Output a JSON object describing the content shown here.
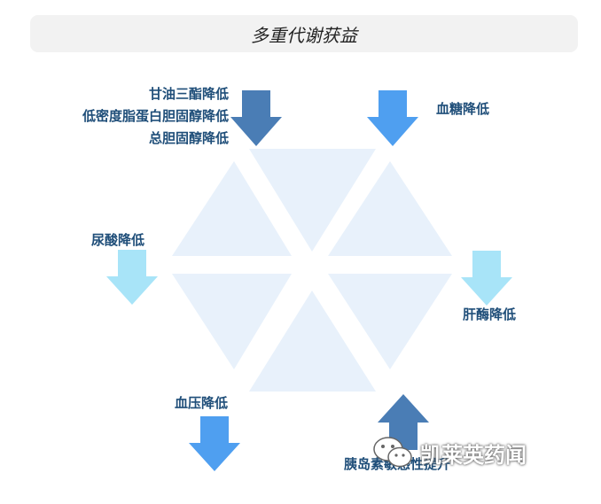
{
  "title": "多重代谢获益",
  "benefits": {
    "lipids": [
      "甘油三酯降低",
      "低密度脂蛋白胆固醇降低",
      "总胆固醇降低"
    ],
    "blood_sugar": "血糖降低",
    "uric_acid": "尿酸降低",
    "liver_enzymes": "肝酶降低",
    "blood_pressure": "血压降低",
    "insulin_sensitivity": "胰岛素敏感性提升"
  },
  "watermark": {
    "text": "凯莱英药闻",
    "icon": "wechat-icon"
  },
  "colors": {
    "hexagon": "#e8f1fb",
    "label_text": "#1f4e79",
    "arrow_dark": "#4a7db5",
    "arrow_mid": "#4f9ff0",
    "arrow_light": "#a8e4f8"
  }
}
